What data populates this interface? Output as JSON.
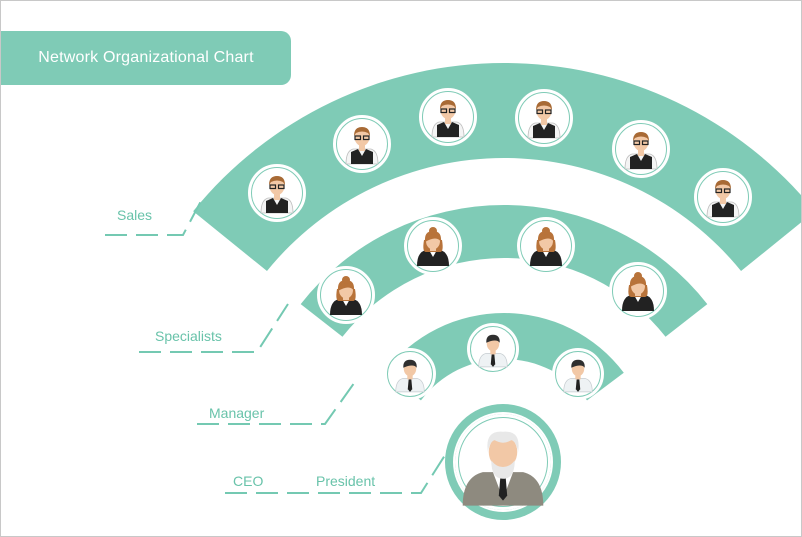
{
  "title": "Network Organizational Chart",
  "colors": {
    "band": "#7fcbb6",
    "label": "#69c3aa",
    "leader_line": "#74c9b2",
    "circle_stroke": "#ffffff",
    "circle_fill": "#ffffff",
    "skin": "#f2c8a6",
    "hair_sales": "#a86a35",
    "hair_specialist": "#b8733a",
    "hair_manager": "#2f2f2f",
    "hair_ceo": "#e8e8e8"
  },
  "tiers": [
    {
      "key": "sales",
      "label": "Sales",
      "people": 6,
      "icon": "sales-person-icon"
    },
    {
      "key": "specialists",
      "label": "Specialists",
      "people": 4,
      "icon": "specialist-person-icon"
    },
    {
      "key": "manager",
      "label": "Manager",
      "people": 3,
      "icon": "manager-person-icon"
    }
  ],
  "ceo": {
    "label_left": "CEO",
    "label_right": "President",
    "icon": "ceo-person-icon"
  }
}
